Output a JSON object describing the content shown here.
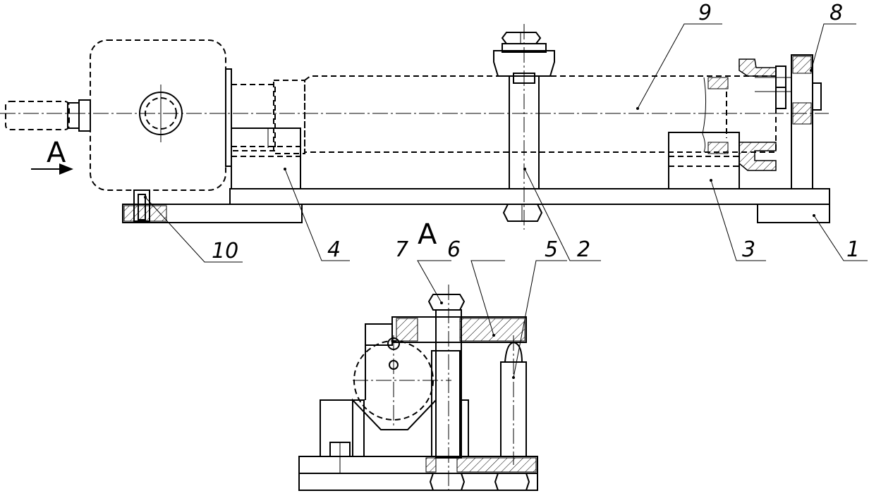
{
  "drawing": {
    "view_marker_side": "A",
    "view_marker_section": "A",
    "labels": [
      "1",
      "2",
      "3",
      "4",
      "5",
      "6",
      "7",
      "8",
      "9",
      "10"
    ]
  }
}
